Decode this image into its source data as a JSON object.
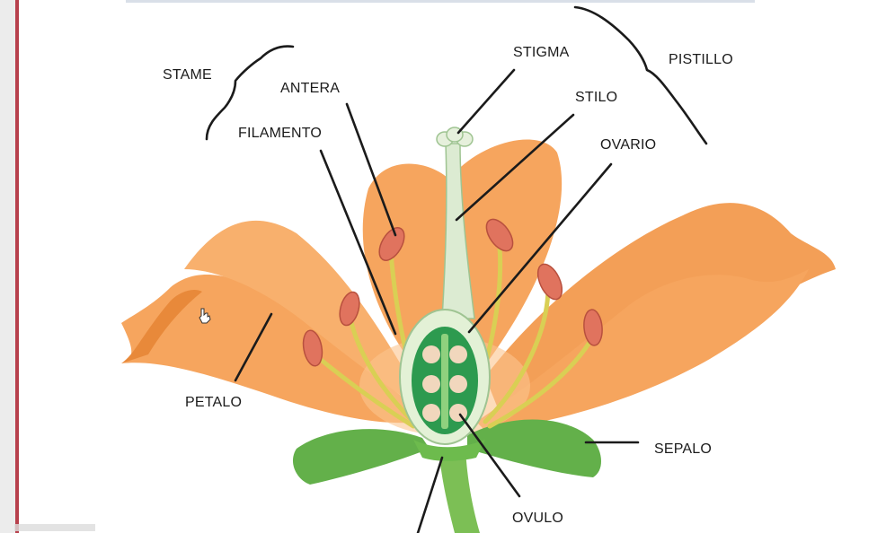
{
  "labels": {
    "stame": "STAME",
    "antera": "ANTERA",
    "filamento": "FILAMENTO",
    "stigma": "STIGMA",
    "pistillo": "PISTILLO",
    "stilo": "STILO",
    "ovario": "OVARIO",
    "petalo": "PETALO",
    "sepalo": "SEPALO",
    "ovulo": "OVULO"
  },
  "colors": {
    "petal": "#f6a55e",
    "petal_dark": "#e8893a",
    "petal_light": "#fbc58e",
    "stem": "#7cbf55",
    "sepal": "#63b04a",
    "style": "#dcebd2",
    "ovary_green": "#2d9a4f",
    "ovule": "#f1d7bd",
    "anther": "#e0735e",
    "filament": "#d9cf54"
  }
}
